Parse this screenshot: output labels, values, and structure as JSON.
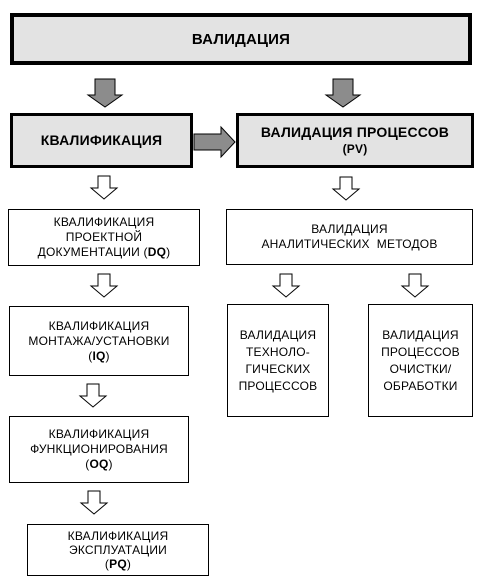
{
  "top": {
    "label": "ВАЛИДАЦИЯ"
  },
  "qualification": {
    "label": "КВАЛИФИКАЦИЯ"
  },
  "process_validation": {
    "line1": "ВАЛИДАЦИЯ ПРОЦЕССОВ",
    "line2": "(PV)"
  },
  "dq": {
    "line1": "КВАЛИФИКАЦИЯ",
    "line2": "ПРОЕКТНОЙ",
    "line3_prefix": "ДОКУМЕНТАЦИИ (",
    "code": "DQ",
    "suffix": ")"
  },
  "iq": {
    "line1": "КВАЛИФИКАЦИЯ",
    "line2": "МОНТАЖА/УСТАНОВКИ",
    "prefix": "(",
    "code": "IQ",
    "suffix": ")"
  },
  "oq": {
    "line1": "КВАЛИФИКАЦИЯ",
    "line2": "ФУНКЦИОНИРОВАНИЯ",
    "prefix": "(",
    "code": "OQ",
    "suffix": ")"
  },
  "pq": {
    "line1": "КВАЛИФИКАЦИЯ",
    "line2": "ЭКСПЛУАТАЦИИ",
    "prefix": "(",
    "code": "PQ",
    "suffix": ")"
  },
  "analytical": {
    "line1": "ВАЛИДАЦИЯ",
    "line2": "АНАЛИТИЧЕСКИХ  МЕТОДОВ"
  },
  "tech": {
    "line1": "ВАЛИДАЦИЯ",
    "line2": "ТЕХНОЛО-",
    "line3": "ГИЧЕСКИХ",
    "line4": "ПРОЦЕССОВ"
  },
  "cleaning": {
    "line1": "ВАЛИДАЦИЯ",
    "line2": "ПРОЦЕССОВ",
    "line3": "ОЧИСТКИ/",
    "line4": "ОБРАБОТКИ"
  },
  "colors": {
    "grey_box": "#e3e3e3",
    "arrow_fill": "#8c8c8c",
    "border": "#000000"
  }
}
